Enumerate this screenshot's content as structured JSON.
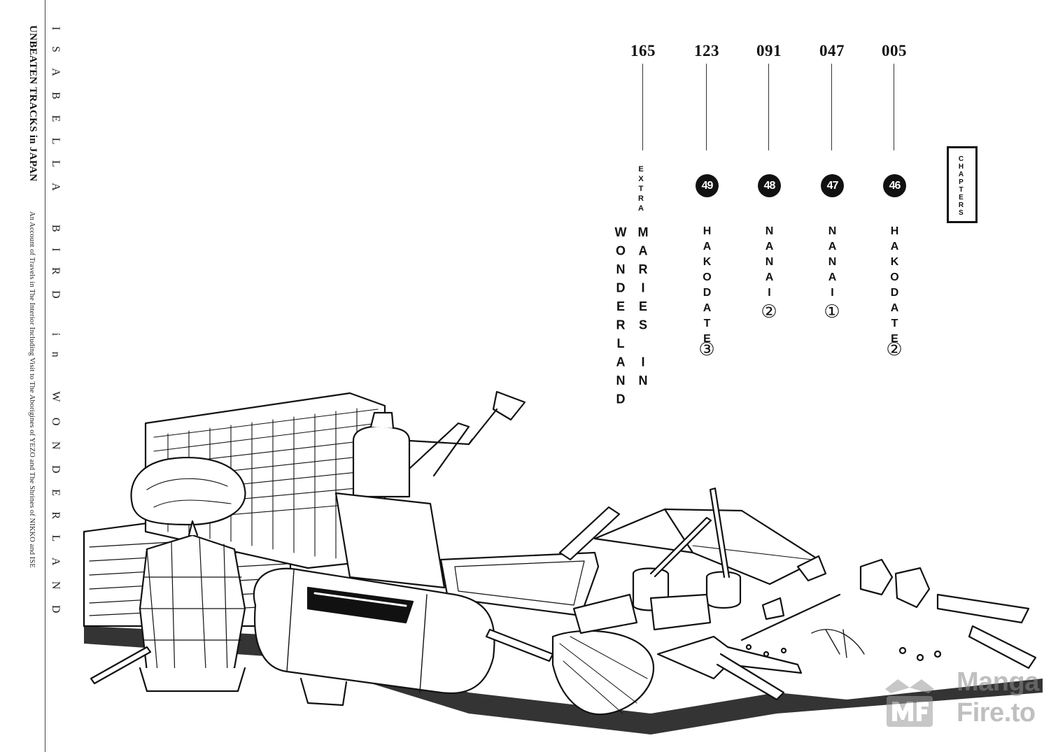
{
  "spine": {
    "series_title": "ISABELLA BIRD in WONDERLAND",
    "book_title": "UNBEATEN TRACKS in JAPAN",
    "book_subtitle": "An Account of Travels in The Interior Including Visit to The Aborigines of YEZO and The Shrines of NIKKO and ISE"
  },
  "chapters_label": "CHAPTERS",
  "chapters": [
    {
      "page": "005",
      "number": "46",
      "title": "HAKODATE",
      "part": "②"
    },
    {
      "page": "047",
      "number": "47",
      "title": "NANAI",
      "part": "①"
    },
    {
      "page": "091",
      "number": "48",
      "title": "NANAI",
      "part": "②"
    },
    {
      "page": "123",
      "number": "49",
      "title": "HAKODATE",
      "part": "③"
    },
    {
      "page": "165",
      "label": "EXTRA",
      "title": "MARIES IN WONDERLAND"
    }
  ],
  "watermark": {
    "line1": "Manga",
    "line2": "Fire.to"
  }
}
